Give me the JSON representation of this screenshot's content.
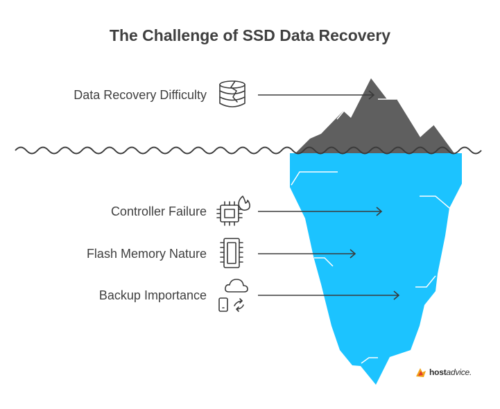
{
  "title": "The Challenge of SSD Data Recovery",
  "above_water": [
    {
      "label": "Data Recovery Difficulty",
      "icon": "cracked-database-icon"
    }
  ],
  "below_water": [
    {
      "label": "Controller Failure",
      "icon": "chip-fire-icon"
    },
    {
      "label": "Flash Memory Nature",
      "icon": "memory-chip-icon"
    },
    {
      "label": "Backup Importance",
      "icon": "phone-cloud-sync-icon"
    }
  ],
  "logo": {
    "bold": "host",
    "light": "advice."
  },
  "colors": {
    "iceberg_top": "#5f5f5f",
    "iceberg_bottom": "#1cc3ff",
    "text": "#3f3f3f",
    "water_line": "#3a3a3a"
  }
}
